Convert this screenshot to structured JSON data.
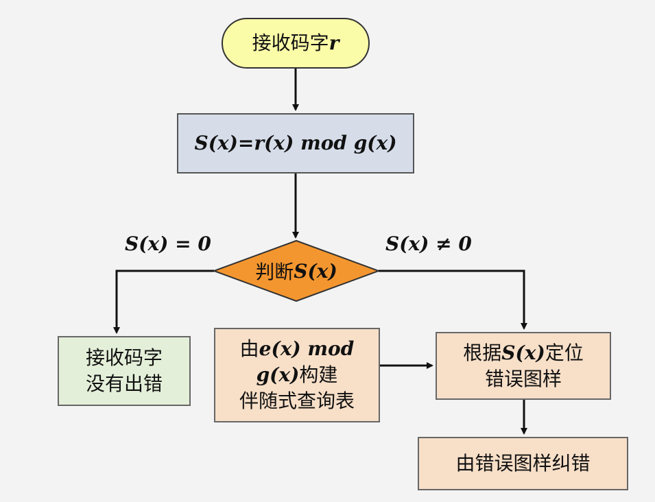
{
  "nodes": {
    "start": {
      "prefix": "接收码字",
      "var": "r"
    },
    "syndrome": {
      "formula": "S(x)=r(x) mod g(x)"
    },
    "decision": {
      "prefix": "判断",
      "expr": "S(x)"
    },
    "no_error": {
      "line1": "接收码字",
      "line2": "没有出错"
    },
    "table": {
      "line1_prefix": "由",
      "line1_expr": "e(x) mod",
      "line2_expr": "g(x)",
      "line2_suffix": "构建",
      "line3": "伴随式查询表"
    },
    "locate": {
      "line1_prefix": "根据",
      "line1_expr": "S(x)",
      "line1_suffix": "定位",
      "line2": "错误图样"
    },
    "correct": {
      "text": "由错误图样纠错"
    }
  },
  "edge_labels": {
    "zero": "S(x) = 0",
    "nonzero": "S(x) ≠ 0"
  },
  "colors": {
    "start_fill": "#fafca8",
    "process_fill": "#d6dde9",
    "decision_fill": "#f4962f",
    "no_error_fill": "#e4efd9",
    "orange_box_fill": "#f7dfc8",
    "arrow": "#111111"
  }
}
